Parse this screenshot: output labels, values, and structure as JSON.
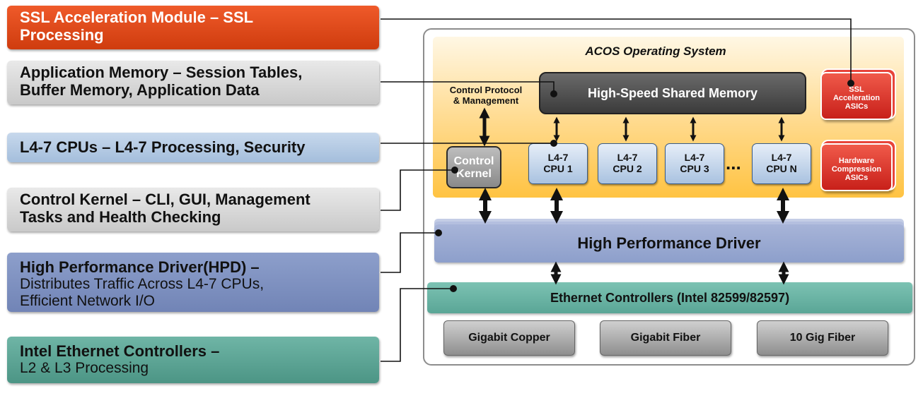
{
  "labels": {
    "ssl": {
      "title": "SSL Acceleration Module – SSL",
      "title2": "Processing"
    },
    "memory": {
      "title": "Application Memory – Session Tables,",
      "title2": "Buffer Memory, Application  Data"
    },
    "cpus": {
      "title": "L4-7 CPUs – L4-7 Processing, Security"
    },
    "kernel": {
      "title": "Control Kernel – CLI, GUI, Management",
      "title2": "Tasks and Health Checking"
    },
    "hpd": {
      "title": "High Performance Driver(HPD) –",
      "line1": "Distributes Traffic Across L4-7 CPUs,",
      "line2": "Efficient Network I/O"
    },
    "ethernet": {
      "title": "Intel Ethernet Controllers –",
      "line1": "L2 & L3 Processing"
    }
  },
  "diagram": {
    "acos_title": "ACOS Operating System",
    "control_protocol": {
      "line1": "Control Protocol",
      "line2": "& Management"
    },
    "shared_memory": "High-Speed Shared Memory",
    "control_kernel": {
      "line1": "Control",
      "line2": "Kernel"
    },
    "cpus": [
      {
        "line1": "L4-7",
        "line2": "CPU 1"
      },
      {
        "line1": "L4-7",
        "line2": "CPU 2"
      },
      {
        "line1": "L4-7",
        "line2": "CPU 3"
      },
      {
        "line1": "L4-7",
        "line2": "CPU N"
      }
    ],
    "ellipsis": "...",
    "ssl_asics": {
      "line1": "SSL",
      "line2": "Acceleration",
      "line3": "ASICs"
    },
    "hw_asics": {
      "line1": "Hardware",
      "line2": "Compression",
      "line3": "ASICs"
    },
    "hpd": "High Performance Driver",
    "ethernet": "Ethernet Controllers (Intel  82599/82597)",
    "ports": [
      "Gigabit Copper",
      "Gigabit Fiber",
      "10 Gig Fiber"
    ]
  },
  "colors": {
    "ssl": "#e2461a",
    "memory": "#d4d4d4",
    "cpus": "#b7cbe6",
    "hpd": "#8d9fcb",
    "ethernet": "#5fa898",
    "acos": "#ffd47a"
  }
}
